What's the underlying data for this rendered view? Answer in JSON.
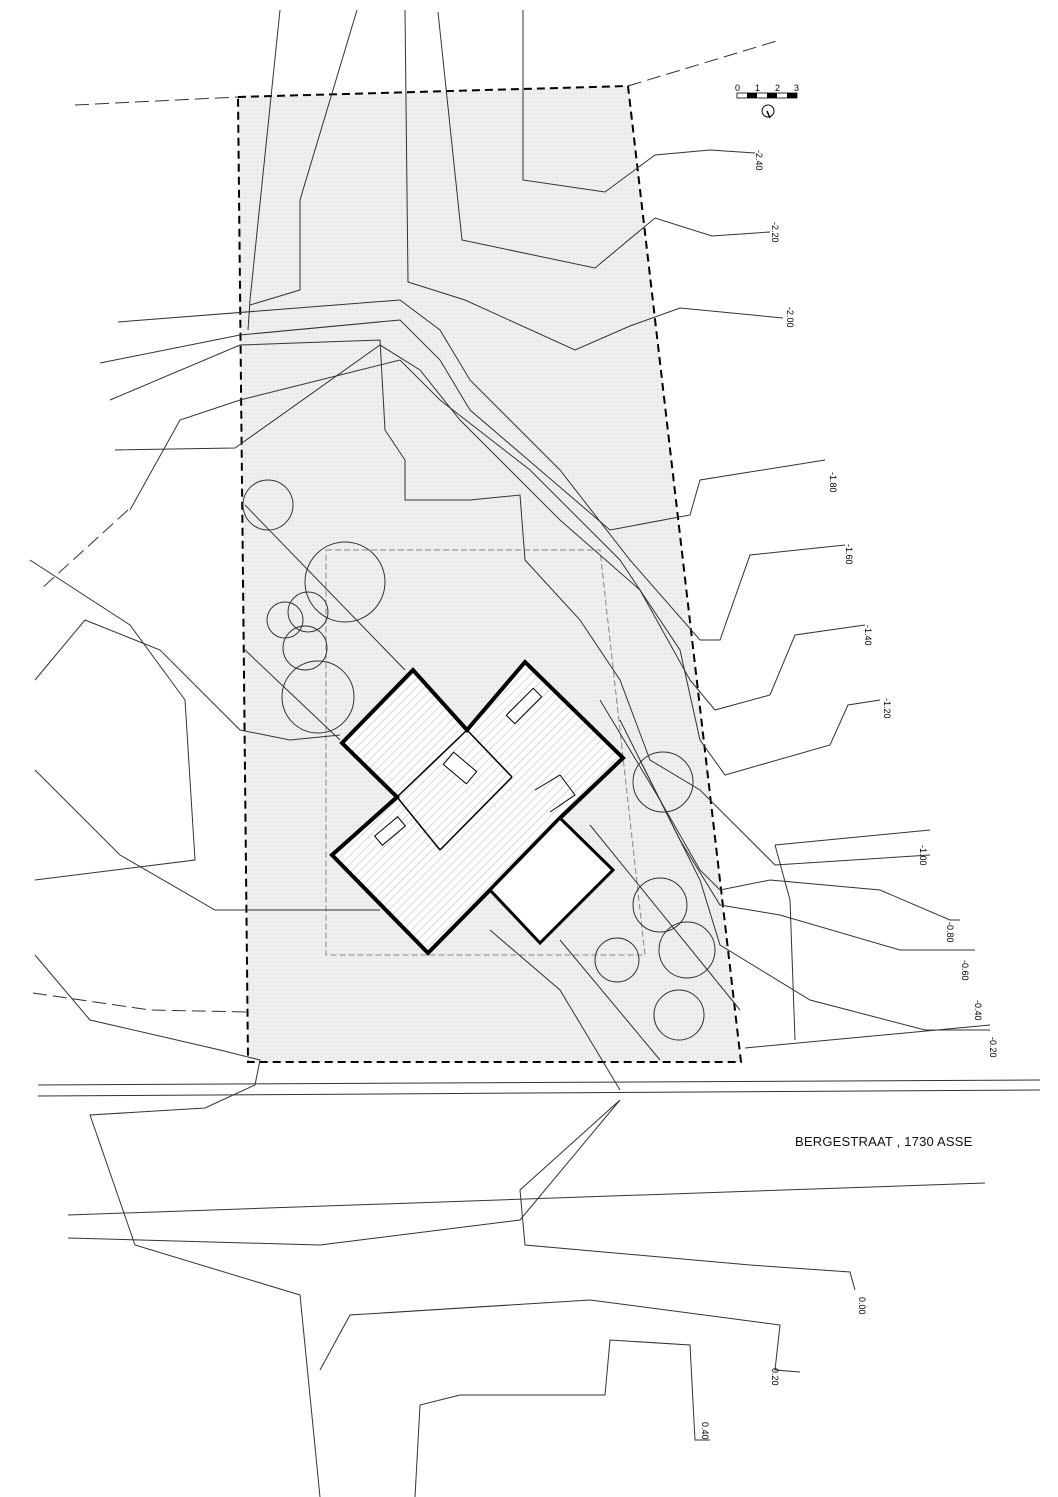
{
  "drawing": {
    "address": "BERGESTRAAT , 1730 ASSE",
    "scale_bar": {
      "ticks": [
        "0",
        "1",
        "2",
        "3"
      ]
    },
    "north_arrow": "north-arrow-icon",
    "contour_labels": [
      "-2.40",
      "-2.20",
      "-2.00",
      "-1.80",
      "-1.60",
      "-1.40",
      "-1.20",
      "-1.00",
      "-0.80",
      "-0.60",
      "-0.40",
      "-0.20",
      "0.00",
      "0.20",
      "0.40"
    ]
  },
  "colors": {
    "plot_fill": "#ececec",
    "line": "#333333",
    "wall": "#000000"
  }
}
